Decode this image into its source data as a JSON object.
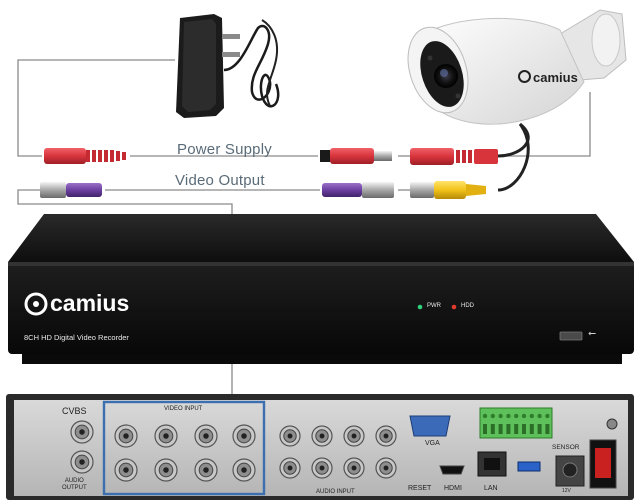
{
  "cables": {
    "power_label": "Power Supply",
    "video_label": "Video Output"
  },
  "camera": {
    "brand": "camius"
  },
  "dvr": {
    "brand": "camius",
    "model_caption": "8CH HD Digital Video Recorder",
    "led_pwr": "PWR",
    "led_hdd": "HDD",
    "usb_symbol": "⭠"
  },
  "rear_panel": {
    "cvbs": "CVBS",
    "audio_output": "AUDIO\nOUTPUT",
    "video_input": "VIDEO INPUT",
    "audio_input": "AUDIO INPUT",
    "vga": "VGA",
    "reset": "RESET",
    "hdmi": "HDMI",
    "lan": "LAN",
    "sensor": "SENSOR",
    "power_rating": "12V"
  },
  "colors": {
    "power_connector": "#d8343c",
    "video_connector": "#6b3fa0",
    "bnc_yellow": "#f2c21a",
    "highlight_box": "#3b6fb0",
    "dvr_body": "#1a1a1a",
    "led_pwr": "#2fd07a",
    "led_hdd": "#e23b2b"
  }
}
